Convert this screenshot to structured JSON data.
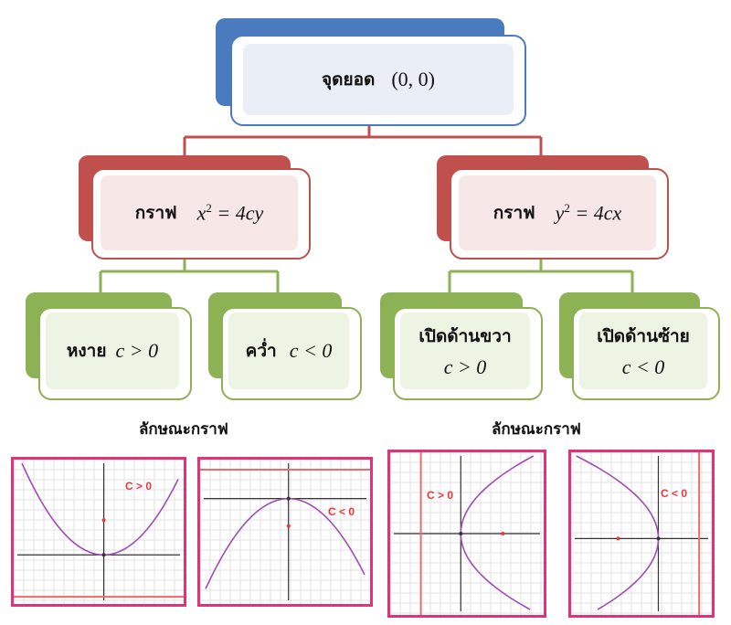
{
  "root": {
    "label": "จุดยอด",
    "math": "(0, 0)"
  },
  "branches": [
    {
      "label": "กราฟ",
      "math_base": "x",
      "math_sup": "2",
      "math_rest": " = 4cy"
    },
    {
      "label": "กราฟ",
      "math_base": "y",
      "math_sup": "2",
      "math_rest": " = 4cx"
    }
  ],
  "leaves": [
    {
      "label": "หงาย",
      "math": "c > 0"
    },
    {
      "label": "คว่ำ",
      "math": "c < 0"
    },
    {
      "label": "เปิดด้านขวา",
      "math": "c > 0"
    },
    {
      "label": "เปิดด้านซ้าย",
      "math": "c < 0"
    }
  ],
  "captions": [
    "ลักษณะกราฟ",
    "ลักษณะกราฟ"
  ],
  "graphs": [
    {
      "condition": "C > 0",
      "orientation": "up"
    },
    {
      "condition": "C < 0",
      "orientation": "down"
    },
    {
      "condition": "C > 0",
      "orientation": "right"
    },
    {
      "condition": "C < 0",
      "orientation": "left"
    }
  ],
  "colors": {
    "root_dark": "#4a7bbf",
    "root_light": "#e9eef7",
    "mid_dark": "#c0504d",
    "mid_light": "#f7e7e7",
    "leaf_dark": "#8db255",
    "leaf_light": "#eef4e4",
    "graph_border": "#e0337a",
    "curve": "#a04cb5",
    "cond_text": "#e8383b"
  }
}
